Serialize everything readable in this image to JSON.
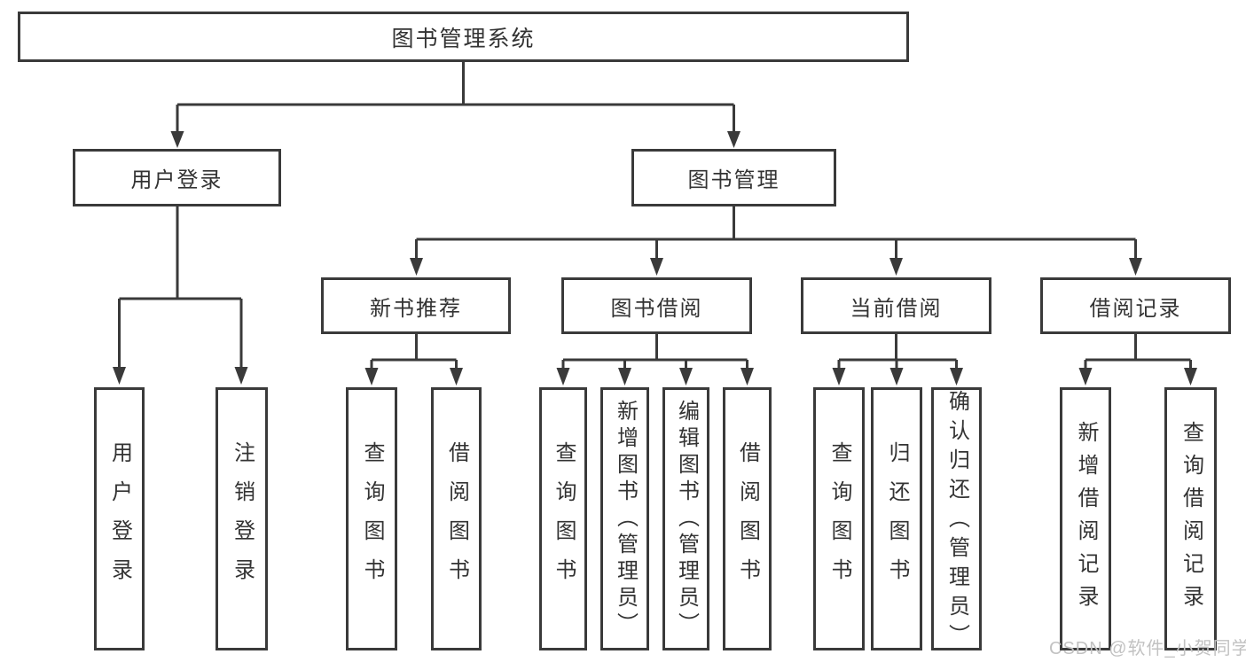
{
  "diagram_title": "图书管理系统",
  "watermark": "CSDN @软件_小贺同学",
  "colors": {
    "line": "#3a3a3a",
    "text": "#333333",
    "background": "#ffffff",
    "watermark": "#c2c2c2"
  },
  "tree": {
    "root": "图书管理系统",
    "branches": [
      {
        "label": "用户登录",
        "children": [
          "用户登录",
          "注销登录"
        ]
      },
      {
        "label": "图书管理",
        "groups": [
          {
            "label": "新书推荐",
            "children": [
              "查询图书",
              "借阅图书"
            ]
          },
          {
            "label": "图书借阅",
            "children": [
              "查询图书",
              "新增图书（管理员）",
              "编辑图书（管理员）",
              "借阅图书"
            ]
          },
          {
            "label": "当前借阅",
            "children": [
              "查询图书",
              "归还图书",
              "确认归还（管理员）"
            ]
          },
          {
            "label": "借阅记录",
            "children": [
              "新增借阅记录",
              "查询借阅记录"
            ]
          }
        ]
      }
    ]
  }
}
